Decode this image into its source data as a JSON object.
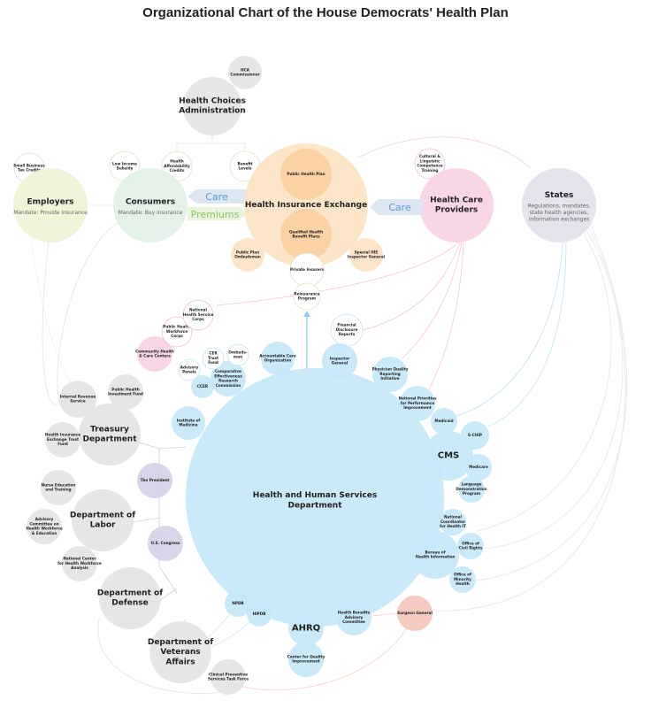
{
  "title": "Organizational Chart of the House Democrats' Health Plan",
  "arrows": {
    "care_left": "Care",
    "premiums": "Premiums",
    "care_right": "Care"
  },
  "colors": {
    "gray": "#e4e4e6",
    "blue": "#c6e7f8",
    "orange": "#fde3c4",
    "orange_dark": "#fbd0a0",
    "pink": "#f8d2e4",
    "purple": "#d6d2e8",
    "green": "#e1f0e7",
    "yellowgreen": "#eef4d6",
    "salmon": "#f3c7b8",
    "states": "#e3e2ea",
    "white": "#ffffff"
  },
  "nodes": [
    {
      "id": "hca",
      "lines": [
        "HCA",
        "Commissioner"
      ],
      "group": "gray"
    },
    {
      "id": "hcadmin",
      "lines": [
        "Health Choices",
        "Administration"
      ],
      "group": "gray"
    },
    {
      "id": "sbtc",
      "lines": [
        "Small Business",
        "Tax Credits"
      ],
      "group": "white"
    },
    {
      "id": "employers",
      "lines": [
        "Employers"
      ],
      "sub": "Mandate: Provide insurance",
      "group": "yellowgreen"
    },
    {
      "id": "lis",
      "lines": [
        "Low Income",
        "Subsidy"
      ],
      "group": "white"
    },
    {
      "id": "hac",
      "lines": [
        "Health",
        "Affordability",
        "Credits"
      ],
      "group": "white"
    },
    {
      "id": "consumers",
      "lines": [
        "Consumers"
      ],
      "sub": "Mandate: Buy insurance",
      "group": "green"
    },
    {
      "id": "bl",
      "lines": [
        "Benefit",
        "Levels"
      ],
      "group": "white"
    },
    {
      "id": "hie",
      "lines": [
        "Health Insurance Exchange"
      ],
      "group": "orange"
    },
    {
      "id": "php",
      "lines": [
        "Public Health Plan"
      ],
      "group": "orange_dark"
    },
    {
      "id": "qhbp",
      "lines": [
        "Qualified Health",
        "Benefit Plans"
      ],
      "group": "orange_dark"
    },
    {
      "id": "ppo",
      "lines": [
        "Public Plan",
        "Ombudsman"
      ],
      "group": "orange"
    },
    {
      "id": "shig",
      "lines": [
        "Special HIE",
        "Inspector General"
      ],
      "group": "orange"
    },
    {
      "id": "pi",
      "lines": [
        "Private Insurers"
      ],
      "group": "white"
    },
    {
      "id": "rp",
      "lines": [
        "Reinsurance",
        "Program"
      ],
      "group": "white"
    },
    {
      "id": "clct",
      "lines": [
        "Cultural &",
        "Linguistic",
        "Competence",
        "Training"
      ],
      "group": "white"
    },
    {
      "id": "hcp",
      "lines": [
        "Health Care",
        "Providers"
      ],
      "group": "pink"
    },
    {
      "id": "states",
      "lines": [
        "States"
      ],
      "sub_lines": [
        "Regulations, mandates,",
        "state health agencies,",
        "information exchanges"
      ],
      "group": "states"
    },
    {
      "id": "hhs",
      "lines": [
        "Health and Human Services",
        "Department"
      ],
      "group": "blue"
    },
    {
      "id": "fdr",
      "lines": [
        "Financial",
        "Disclosure",
        "Reports"
      ],
      "group": "white"
    },
    {
      "id": "ig",
      "lines": [
        "Inspector",
        "General"
      ],
      "group": "blue"
    },
    {
      "id": "pqri",
      "lines": [
        "Physician Quality",
        "Reporting",
        "Initiative"
      ],
      "group": "blue"
    },
    {
      "id": "npp",
      "lines": [
        "National Priorities",
        "for Performance",
        "Improvement"
      ],
      "group": "blue"
    },
    {
      "id": "aco",
      "lines": [
        "Accountable Care",
        "Organization"
      ],
      "group": "blue"
    },
    {
      "id": "cerc",
      "lines": [
        "Comparative",
        "Effectiveness",
        "Research",
        "Commission"
      ],
      "group": "blue"
    },
    {
      "id": "certf",
      "lines": [
        "CER",
        "Trust",
        "Fund"
      ],
      "group": "white"
    },
    {
      "id": "omb",
      "lines": [
        "Ombuds-",
        "man"
      ],
      "group": "white"
    },
    {
      "id": "ap",
      "lines": [
        "Advisory",
        "Panels"
      ],
      "group": "white"
    },
    {
      "id": "ccer",
      "lines": [
        "CCER"
      ],
      "group": "blue"
    },
    {
      "id": "iom",
      "lines": [
        "Institute of",
        "Medicine"
      ],
      "group": "blue"
    },
    {
      "id": "chcc",
      "lines": [
        "Community Health",
        "& Care Centers"
      ],
      "group": "pink"
    },
    {
      "id": "phwc",
      "lines": [
        "Public Health",
        "Workforce",
        "Corps"
      ],
      "group": "white"
    },
    {
      "id": "nhsc",
      "lines": [
        "National",
        "Health Service",
        "Corps"
      ],
      "group": "white"
    },
    {
      "id": "treasury",
      "lines": [
        "Treasury",
        "Department"
      ],
      "group": "gray"
    },
    {
      "id": "irs",
      "lines": [
        "Internal Revenue",
        "Service"
      ],
      "group": "gray"
    },
    {
      "id": "phif",
      "lines": [
        "Public Health",
        "Investment Fund"
      ],
      "group": "gray"
    },
    {
      "id": "hietf",
      "lines": [
        "Health Insurance",
        "Exchange Trust",
        "Fund"
      ],
      "group": "gray"
    },
    {
      "id": "president",
      "lines": [
        "The President"
      ],
      "group": "purple"
    },
    {
      "id": "congress",
      "lines": [
        "U.S. Congress"
      ],
      "group": "purple"
    },
    {
      "id": "labor",
      "lines": [
        "Department of",
        "Labor"
      ],
      "group": "gray"
    },
    {
      "id": "nurse",
      "lines": [
        "Nurse Education",
        "and Training"
      ],
      "group": "gray"
    },
    {
      "id": "acwe",
      "lines": [
        "Advisory",
        "Committee on",
        "Health Workforce",
        "& Education"
      ],
      "group": "gray"
    },
    {
      "id": "nchwa",
      "lines": [
        "National Center",
        "for Health Workforce",
        "Analysis"
      ],
      "group": "gray"
    },
    {
      "id": "defense",
      "lines": [
        "Department of",
        "Defense"
      ],
      "group": "gray"
    },
    {
      "id": "va",
      "lines": [
        "Department of",
        "Veterans",
        "Affairs"
      ],
      "group": "gray"
    },
    {
      "id": "cpstf",
      "lines": [
        "Clinical Preventive",
        "Services Task Force"
      ],
      "group": "gray"
    },
    {
      "id": "npdb",
      "lines": [
        "NPDB"
      ],
      "group": "blue"
    },
    {
      "id": "hipdb",
      "lines": [
        "HIPDB"
      ],
      "group": "blue"
    },
    {
      "id": "ahrq",
      "lines": [
        "AHRQ"
      ],
      "group": "blue"
    },
    {
      "id": "cqi",
      "lines": [
        "Center for Quality",
        "Improvement"
      ],
      "group": "blue"
    },
    {
      "id": "hbac",
      "lines": [
        "Health Benefits",
        "Advisory",
        "Committee"
      ],
      "group": "blue"
    },
    {
      "id": "sg",
      "lines": [
        "Surgeon General"
      ],
      "group": "salmon"
    },
    {
      "id": "cms",
      "lines": [
        "CMS"
      ],
      "group": "blue"
    },
    {
      "id": "medicaid",
      "lines": [
        "Medicaid"
      ],
      "group": "blue"
    },
    {
      "id": "schip",
      "lines": [
        "S-CHIP"
      ],
      "group": "blue"
    },
    {
      "id": "medicare",
      "lines": [
        "Medicare"
      ],
      "group": "blue"
    },
    {
      "id": "ldp",
      "lines": [
        "Language",
        "Demonstration",
        "Program"
      ],
      "group": "blue"
    },
    {
      "id": "nchit",
      "lines": [
        "National",
        "Coordinator",
        "for Health IT"
      ],
      "group": "blue"
    },
    {
      "id": "bhi",
      "lines": [
        "Bureau of",
        "Health Information"
      ],
      "group": "blue"
    },
    {
      "id": "ocr",
      "lines": [
        "Office of",
        "Civil Rights"
      ],
      "group": "blue"
    },
    {
      "id": "omh",
      "lines": [
        "Office of",
        "Minority",
        "Health"
      ],
      "group": "blue"
    }
  ]
}
